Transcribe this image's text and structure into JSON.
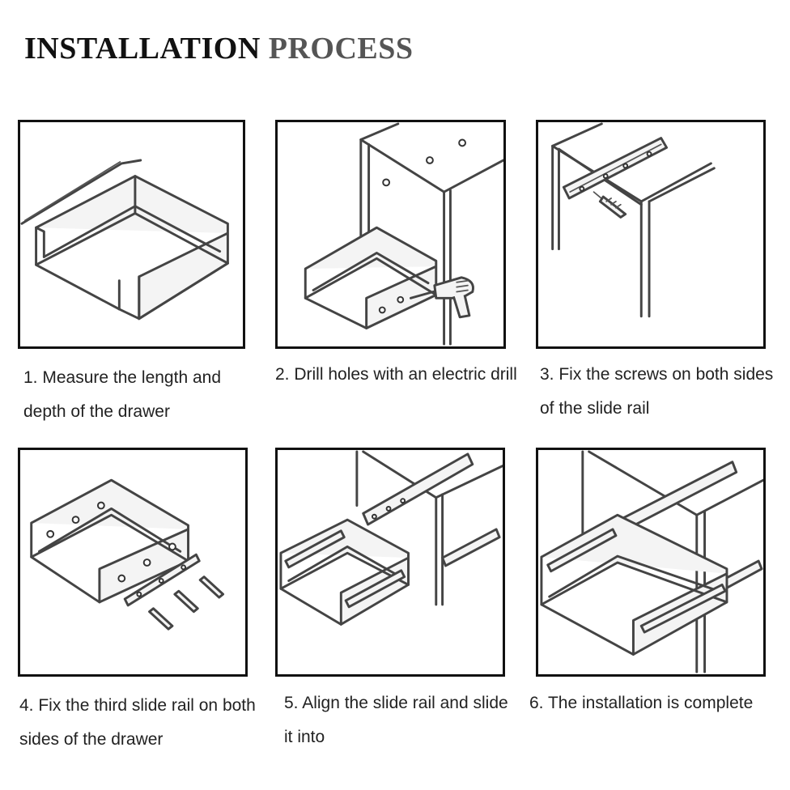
{
  "header": {
    "title_word1": "INSTALLATION",
    "title_word2": "PROCESS"
  },
  "steps": [
    {
      "caption": "1. Measure the length and depth of the drawer",
      "icon": "drawer-box-illustration"
    },
    {
      "caption": "2. Drill holes with an electric drill",
      "icon": "electric-drill-illustration"
    },
    {
      "caption": "3. Fix the screws on both sides of the slide rail",
      "icon": "screw-rail-illustration"
    },
    {
      "caption": "4. Fix the third slide rail on both sides of the drawer",
      "icon": "drawer-rail-screws-illustration"
    },
    {
      "caption": "5. Align the slide rail and slide it into",
      "icon": "align-slide-illustration"
    },
    {
      "caption": "6. The installation is complete",
      "icon": "installed-drawer-illustration"
    }
  ],
  "colors": {
    "border": "#111111",
    "title_dark": "#111111",
    "title_gray": "#555555",
    "text": "#222222"
  }
}
